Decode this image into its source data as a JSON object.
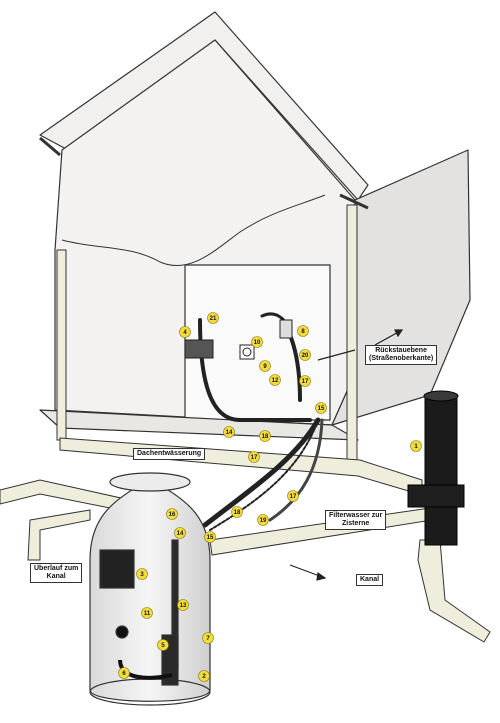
{
  "labels": {
    "rueckstau_line1": "Rückstauebene",
    "rueckstau_line2": "(Straßenoberkante)",
    "dachentwaesserung": "Dachentwässerung",
    "filterwasser_line1": "Filterwasser zur",
    "filterwasser_line2": "Zisterne",
    "ueberlauf_line1": "Überlauf zum",
    "ueberlauf_line2": "Kanal",
    "kanal": "Kanal"
  },
  "markers": [
    {
      "id": "m4",
      "text": "4"
    },
    {
      "id": "m21",
      "text": "21"
    },
    {
      "id": "m8",
      "text": "8"
    },
    {
      "id": "m10",
      "text": "10"
    },
    {
      "id": "m9",
      "text": "9"
    },
    {
      "id": "m20",
      "text": "20"
    },
    {
      "id": "m12",
      "text": "12"
    },
    {
      "id": "m17a",
      "text": "17"
    },
    {
      "id": "m15a",
      "text": "15"
    },
    {
      "id": "m14a",
      "text": "14"
    },
    {
      "id": "m18a",
      "text": "18"
    },
    {
      "id": "m17b",
      "text": "17"
    },
    {
      "id": "m1",
      "text": "1"
    },
    {
      "id": "m17c",
      "text": "17"
    },
    {
      "id": "m16",
      "text": "16"
    },
    {
      "id": "m18b",
      "text": "18"
    },
    {
      "id": "m19",
      "text": "19"
    },
    {
      "id": "m14b",
      "text": "14"
    },
    {
      "id": "m15b",
      "text": "15"
    },
    {
      "id": "m3",
      "text": "3"
    },
    {
      "id": "m11",
      "text": "11"
    },
    {
      "id": "m13",
      "text": "13"
    },
    {
      "id": "m7",
      "text": "7"
    },
    {
      "id": "m5",
      "text": "5"
    },
    {
      "id": "m6",
      "text": "6"
    },
    {
      "id": "m2",
      "text": "2"
    }
  ],
  "colors": {
    "pipe": "#efeedd",
    "marker": "#f2dc3c",
    "outline": "#333333"
  }
}
